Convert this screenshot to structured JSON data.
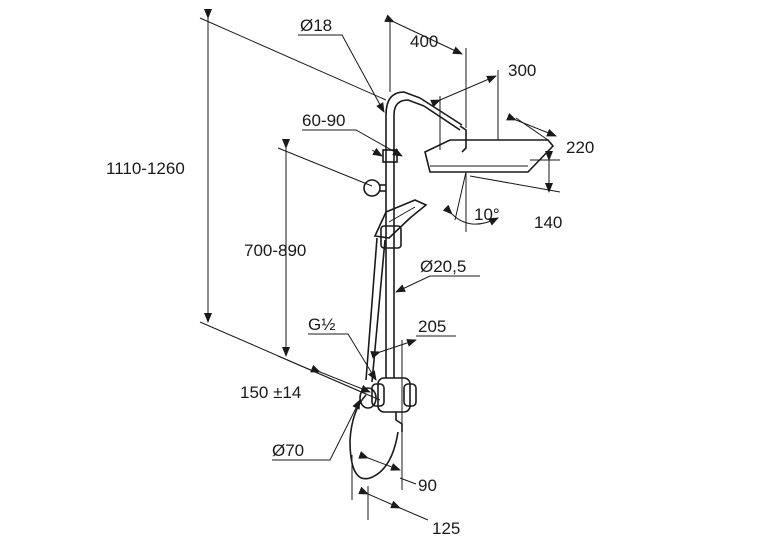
{
  "dimensions": {
    "d18": "Ø18",
    "w400": "400",
    "w300": "300",
    "r6090": "60-90",
    "w220": "220",
    "h11101260": "1110-1260",
    "h140": "140",
    "a10": "10°",
    "h700890": "700-890",
    "d205": "Ø20,5",
    "g12": "G½",
    "h205": "205",
    "w150": "150 ±14",
    "d70": "Ø70",
    "w90": "90",
    "w125": "125"
  }
}
